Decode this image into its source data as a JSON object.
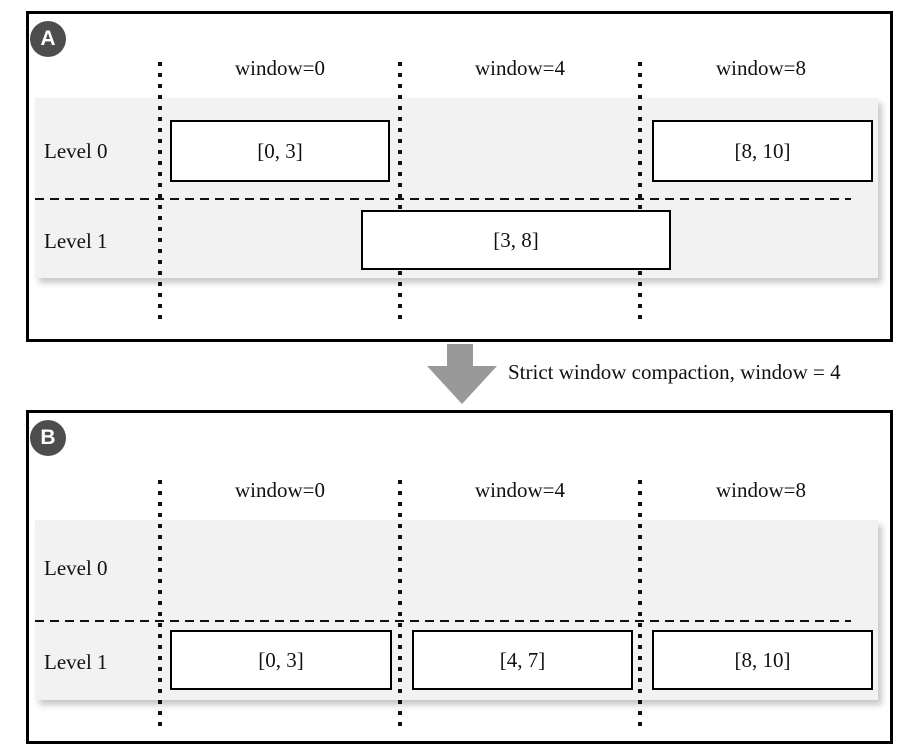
{
  "figure": {
    "caption_arrow": "Strict window compaction, window = 4"
  },
  "colors": {
    "badge_bg": "#4d4d4d",
    "badge_text": "#ffffff",
    "level_band_bg": "#f2f2f2",
    "arrow": "#999999",
    "panel_border": "#000000",
    "box_border": "#000000",
    "text": "#111111"
  },
  "panels": [
    {
      "badge": "A",
      "columns": [
        {
          "label": "window=0"
        },
        {
          "label": "window=4"
        },
        {
          "label": "window=8"
        }
      ],
      "rows": [
        {
          "label": "Level 0"
        },
        {
          "label": "Level 1"
        }
      ],
      "boxes": [
        {
          "label": "[0, 3]"
        },
        {
          "label": "[8, 10]"
        },
        {
          "label": "[3, 8]"
        }
      ]
    },
    {
      "badge": "B",
      "columns": [
        {
          "label": "window=0"
        },
        {
          "label": "window=4"
        },
        {
          "label": "window=8"
        }
      ],
      "rows": [
        {
          "label": "Level 0"
        },
        {
          "label": "Level 1"
        }
      ],
      "boxes": [
        {
          "label": "[0, 3]"
        },
        {
          "label": "[4, 7]"
        },
        {
          "label": "[8, 10]"
        }
      ]
    }
  ]
}
